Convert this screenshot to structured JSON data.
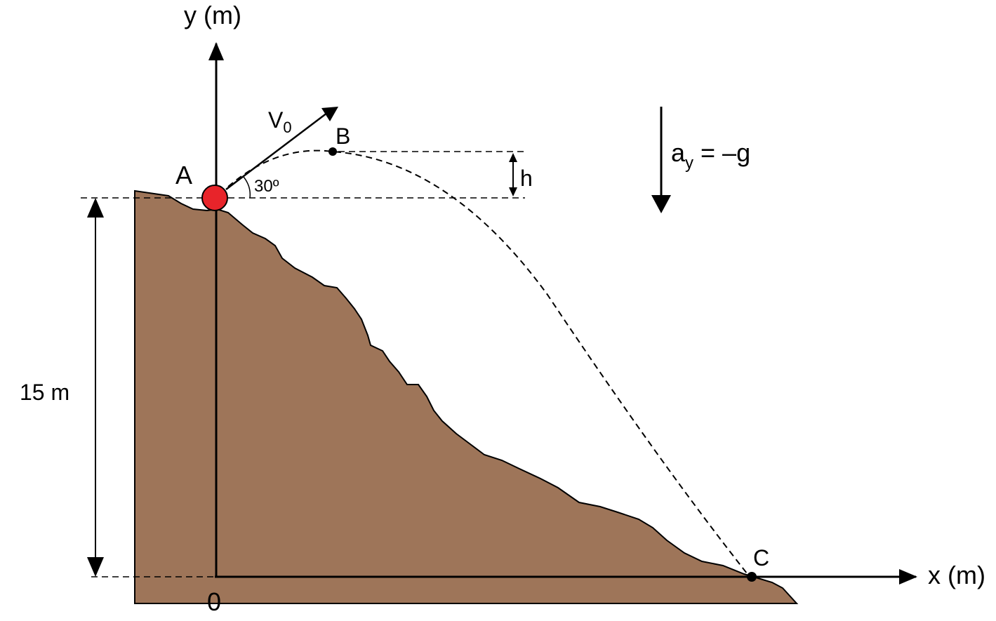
{
  "axes": {
    "y_label": "y (m)",
    "x_label": "x (m)",
    "origin_label": "0"
  },
  "points": {
    "a": "A",
    "b": "B",
    "c": "C"
  },
  "velocity": {
    "symbol": "V",
    "subscript": "0"
  },
  "angle_label": "30º",
  "height_label": "h",
  "cliff_height_label": "15 m",
  "acceleration": {
    "symbol": "a",
    "subscript": "y",
    "rhs": " = –g"
  },
  "colors": {
    "ground": "#9e7559",
    "ball": "#e8242a",
    "line": "#000000"
  }
}
